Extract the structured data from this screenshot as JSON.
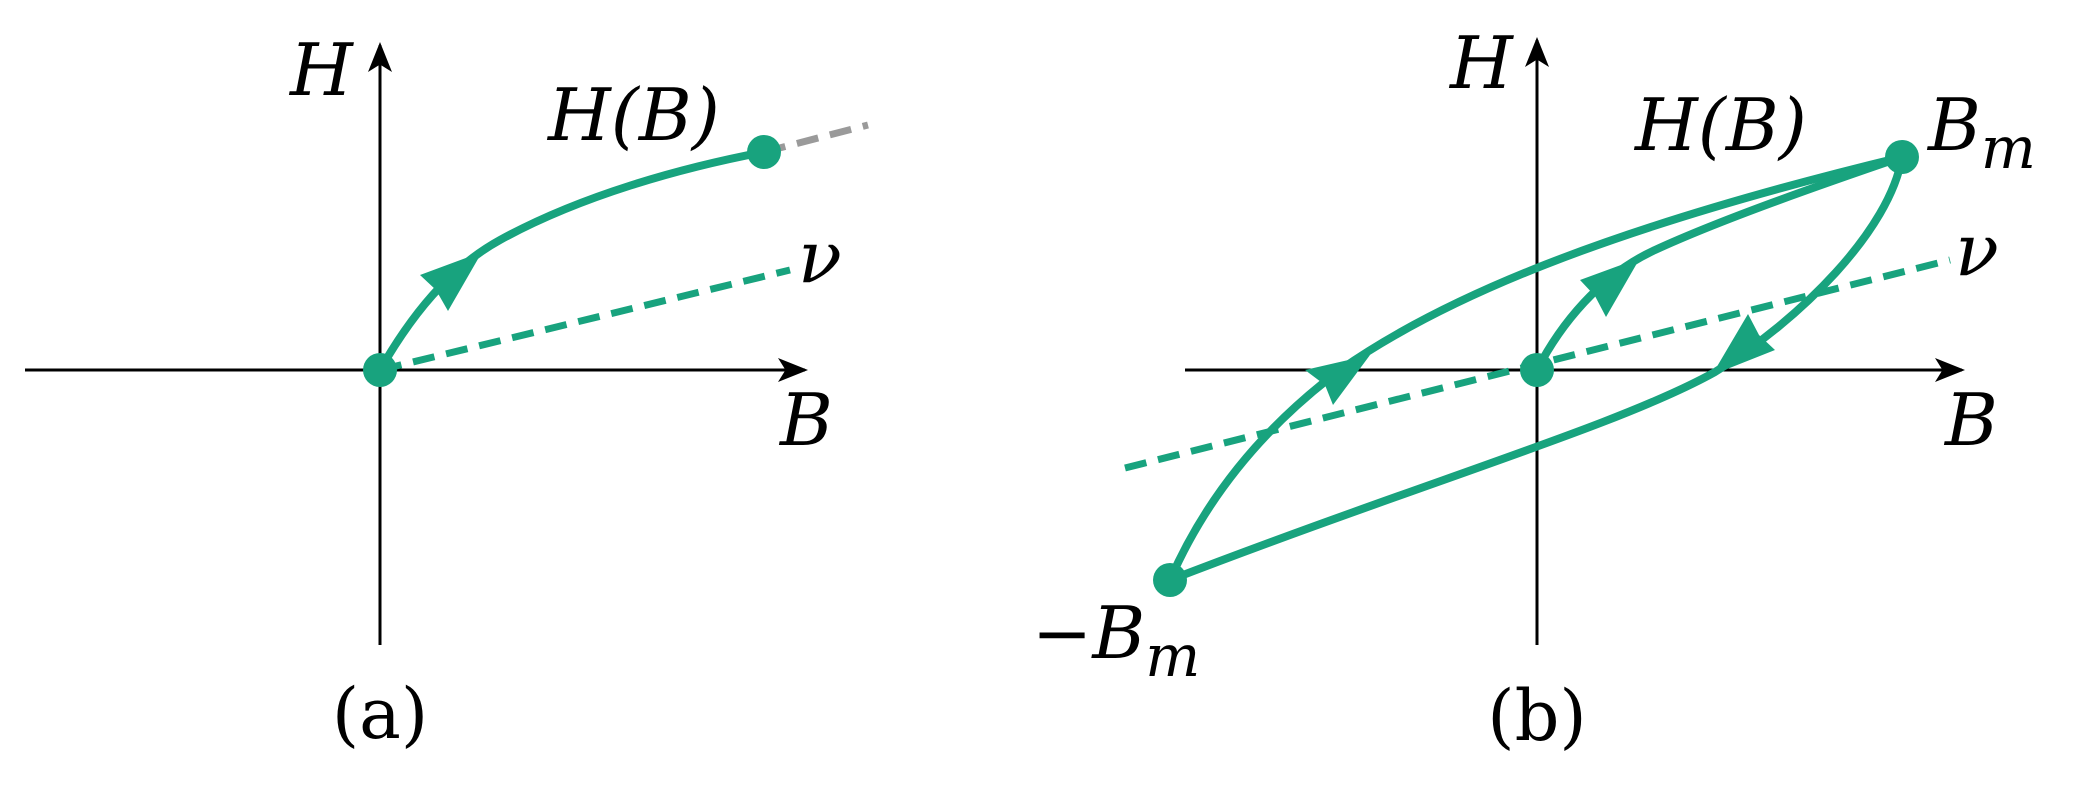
{
  "colors": {
    "curve": "#18a37e",
    "axis": "#000000",
    "extension": "#9a9a9a"
  },
  "panel_a": {
    "axis_h": "H",
    "axis_b": "B",
    "curve_label": "H(B)",
    "line_label": "ν",
    "caption": "(a)"
  },
  "panel_b": {
    "axis_h": "H",
    "axis_b": "B",
    "curve_label": "H(B)",
    "line_label": "ν",
    "point_top": "B",
    "point_top_sub": "m",
    "point_bottom": "−B",
    "point_bottom_sub": "m",
    "caption": "(b)"
  }
}
